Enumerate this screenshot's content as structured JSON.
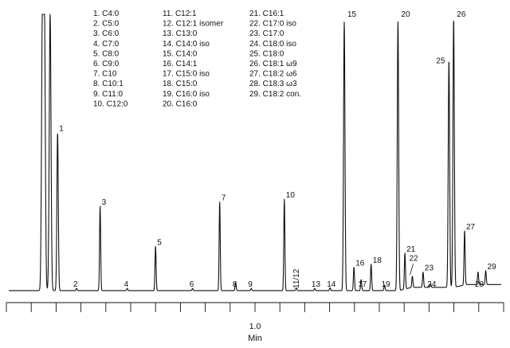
{
  "chart_data": {
    "type": "line",
    "xlabel": "Min",
    "x_ticks": [
      {
        "x": 1.0,
        "label": "1.0"
      }
    ],
    "xlim": [
      0.0,
      2.0
    ],
    "legend_columns": [
      [
        "1. C4:0",
        "2. C5:0",
        "3. C6:0",
        "4. C7:0",
        "5. C8:0",
        "6. C9:0",
        "7. C10",
        "8. C10:1",
        "9. C11:0",
        "10. C12:0"
      ],
      [
        "11. C12:1",
        "12. C12:1 isomer",
        "13. C13:0",
        "14. C14:0 iso",
        "15. C14:0",
        "16. C14:1",
        "17. C15:0 iso",
        "18. C15:0",
        "19. C16:0 iso",
        "20. C16:0"
      ],
      [
        "21. C16:1",
        "22. C17:0 iso",
        "23. C17:0",
        "24. C18:0 iso",
        "25. C18:0",
        "26. C18:1 ω9",
        "27. C18:2 ω6",
        "28. C18:3 ω3",
        "29. C18:2 con."
      ]
    ],
    "peaks": [
      {
        "label": "1",
        "rt": 0.206,
        "height": 0.57
      },
      {
        "label": "2",
        "rt": 0.282,
        "height": 0.008
      },
      {
        "label": "3",
        "rt": 0.377,
        "height": 0.305
      },
      {
        "label": "4",
        "rt": 0.486,
        "height": 0.008
      },
      {
        "label": "5",
        "rt": 0.6,
        "height": 0.16
      },
      {
        "label": "6",
        "rt": 0.749,
        "height": 0.008
      },
      {
        "label": "7",
        "rt": 0.858,
        "height": 0.32
      },
      {
        "label": "8",
        "rt": 0.922,
        "height": 0.03
      },
      {
        "label": "9",
        "rt": 0.985,
        "height": 0.008
      },
      {
        "label": "10",
        "rt": 1.118,
        "height": 0.33
      },
      {
        "label": "11/12",
        "rt": 1.166,
        "height": 0.01
      },
      {
        "label": "13",
        "rt": 1.24,
        "height": 0.008
      },
      {
        "label": "14",
        "rt": 1.302,
        "height": 0.01
      },
      {
        "label": "15",
        "rt": 1.359,
        "height": 0.97
      },
      {
        "label": "16",
        "rt": 1.398,
        "height": 0.085
      },
      {
        "label": "17",
        "rt": 1.427,
        "height": 0.04
      },
      {
        "label": "18",
        "rt": 1.467,
        "height": 0.095
      },
      {
        "label": "19",
        "rt": 1.521,
        "height": 0.02
      },
      {
        "label": "20",
        "rt": 1.575,
        "height": 0.97
      },
      {
        "label": "21",
        "rt": 1.603,
        "height": 0.13
      },
      {
        "label": "22",
        "rt": 1.633,
        "height": 0.04
      },
      {
        "label": "23",
        "rt": 1.676,
        "height": 0.055
      },
      {
        "label": "24",
        "rt": 1.706,
        "height": 0.012
      },
      {
        "label": "25",
        "rt": 1.78,
        "height": 0.82
      },
      {
        "label": "26",
        "rt": 1.799,
        "height": 0.97
      },
      {
        "label": "27",
        "rt": 1.843,
        "height": 0.195
      },
      {
        "label": "28",
        "rt": 1.897,
        "height": 0.045
      },
      {
        "label": "29",
        "rt": 1.928,
        "height": 0.05
      }
    ],
    "solvent_front": [
      {
        "rt": 0.145,
        "height": 1.0
      },
      {
        "rt": 0.153,
        "height": 1.0
      },
      {
        "rt": 0.176,
        "height": 1.0
      }
    ]
  }
}
